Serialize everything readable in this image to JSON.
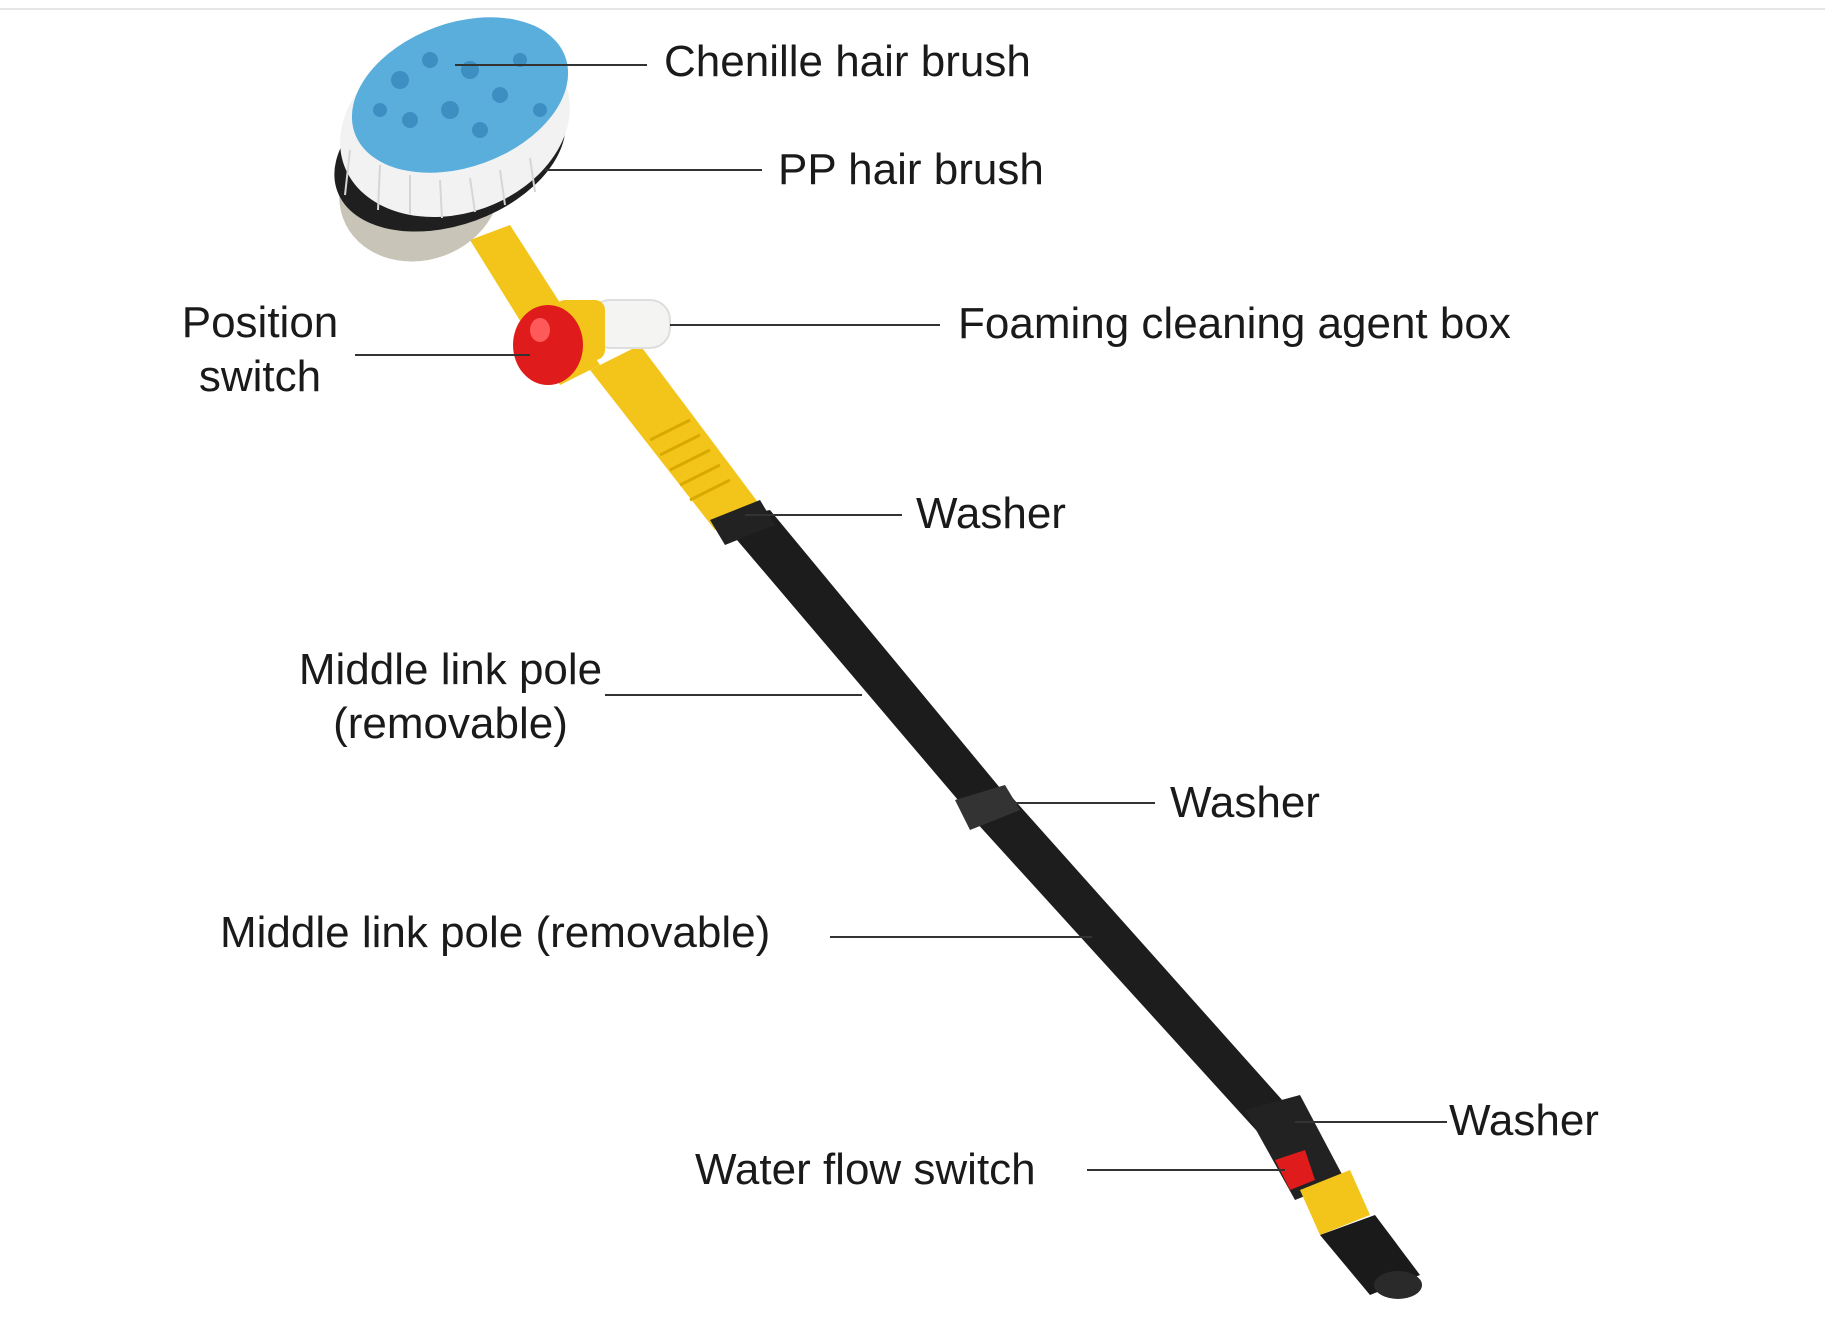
{
  "colors": {
    "chenille": "#5aaedc",
    "pp_bristles": "#f2f2f2",
    "yellow": "#f3c51a",
    "pole": "#1c1c1c",
    "switch_red": "#e01b1b",
    "leader": "#333333"
  },
  "labels": {
    "chenille_brush": "Chenille hair brush",
    "pp_brush": "PP hair brush",
    "position_switch_line1": "Position",
    "position_switch_line2": "switch",
    "foam_box": "Foaming cleaning agent box",
    "washer_1": "Washer",
    "middle_pole_1_line1": "Middle link pole",
    "middle_pole_1_line2": "(removable)",
    "washer_2": "Washer",
    "middle_pole_2": "Middle link pole (removable)",
    "washer_3": "Washer",
    "water_flow_switch": "Water flow switch"
  }
}
